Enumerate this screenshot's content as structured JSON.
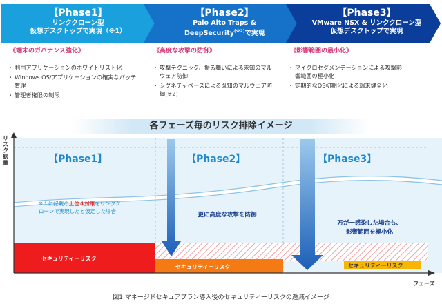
{
  "phases": [
    {
      "label": "【Phase1】",
      "sub1": "リンククローン型",
      "sub2": "仮想デスクトップで実現（※1）"
    },
    {
      "label": "【Phase2】",
      "sub1": "Palo Alto Traps &",
      "sub2": "DeepSecurity",
      "sub2_sup": "(※2)",
      "sub2_tail": "で実現"
    },
    {
      "label": "【Phase3】",
      "sub1": "VMware NSX & リンククローン型",
      "sub2": "仮想デスクトップで実現"
    }
  ],
  "sections": [
    {
      "title": "《端末のガバナンス強化》",
      "items": [
        "利用アプリケーションのホワイトリスト化",
        "Windows OS/アプリケーションの確実なパッチ管理",
        "管理者権限の制限"
      ]
    },
    {
      "title": "《高度な攻撃の防御》",
      "items": [
        "攻撃テクニック、振る舞いによる未知のマルウェア防御",
        "シグネチャベースによる既知のマルウェア防御(※2)"
      ]
    },
    {
      "title": "《影響範囲の最小化》",
      "items": [
        "マイクロセグメンテーションによる攻撃影響範囲の極小化",
        "定期的なOS初期化による端末健全化"
      ]
    }
  ],
  "band_title": "各フェーズ毎のリスク排除イメージ",
  "y_axis_label": "リスク総量",
  "x_axis_label": "フェーズ",
  "chart": {
    "phase_labels": [
      "【Phase1】",
      "【Phase2】",
      "【Phase3】"
    ],
    "risk_label": "セキュリティーリスク",
    "note_pre": "※１に記載の",
    "note_red": "上位４対策",
    "note_post": "をリンクク",
    "note_line2": "ローンで実現したと仮定した場合",
    "desc2": "更に高度な攻撃を防御",
    "desc3_1": "万が一感染した場合も、",
    "desc3_2": "影響範囲を極小化"
  },
  "colors": {
    "phase1": "#1aa0dc",
    "phase2": "#1672c8",
    "phase3": "#0b3e9a",
    "risk_red": "#ee1c1c",
    "risk_orange": "#f47a13",
    "risk_yellow": "#f7b700",
    "accent_pink": "#d23a7a"
  },
  "caption": "図1 マネージドセキュアプラン導入後のセキュリティーリスクの逓減イメージ"
}
